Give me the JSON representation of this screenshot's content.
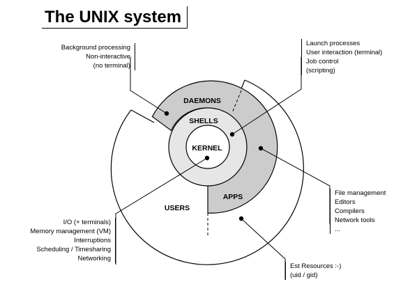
{
  "title": "The UNIX system",
  "rings": {
    "kernel": "KERNEL",
    "shells": "SHELLS",
    "daemons": "DAEMONS",
    "apps": "APPS",
    "users": "USERS"
  },
  "notes": {
    "daemons": [
      "Background processing",
      "Non-interactive",
      "(no terminal)"
    ],
    "shells": [
      "Launch processes",
      "User interaction (terminal)",
      "Job control",
      "(scripting)"
    ],
    "apps": [
      "File management",
      "Editors",
      "Compilers",
      "Network tools",
      "..."
    ],
    "kernel": [
      "I/O (+ terminals)",
      "Memory management (VM)",
      "Interruptions",
      "Scheduling / Timesharing",
      "Networking"
    ],
    "users": [
      "Est Resources :-)",
      "(uid / gid)"
    ]
  },
  "colors": {
    "kernel_fill": "#ffffff",
    "shells_fill": "#e6e6e6",
    "sector_fill": "#cccccc",
    "users_fill": "#ffffff",
    "stroke": "#000000"
  }
}
